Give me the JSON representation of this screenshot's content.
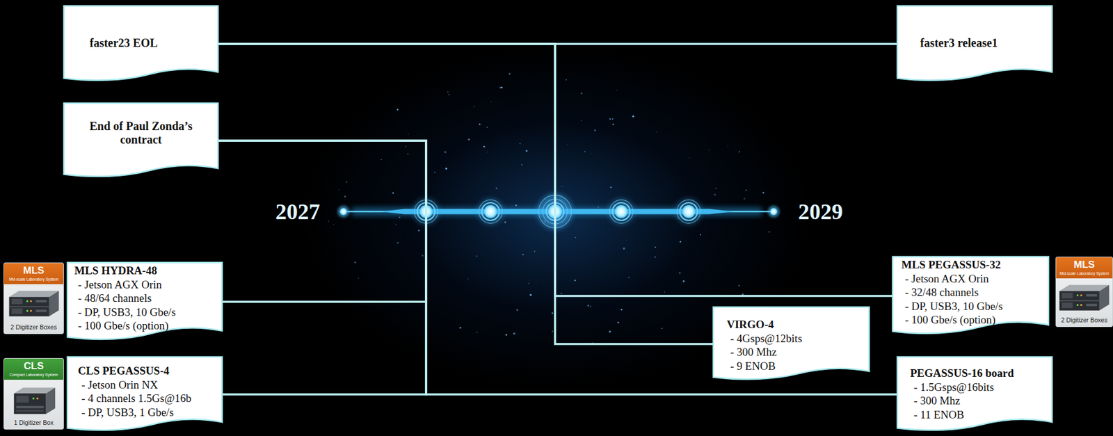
{
  "diagram": {
    "nodes": [
      {
        "text": [
          "faster23 EOL"
        ]
      },
      {
        "text": [
          "faster3 release1"
        ]
      },
      {
        "text": [
          "End of Paul Zonda’s contract"
        ]
      },
      {
        "text": [
          "MLS",
          "Mid-scale Laboratory System",
          "2 Digitizer Boxes"
        ]
      },
      {
        "text": [
          "MLS HYDRA-48",
          "- Jetson AGX Orin",
          "- 48/64 channels",
          "- DP, USB3, 10 Gbe/s",
          "- 100 Gbe/s (option)"
        ]
      },
      {
        "text": [
          "MLS PEGASSUS-32",
          "- Jetson AGX Orin",
          "- 32/48 channels",
          "- DP, USB3, 10 Gbe/s",
          "- 100 Gbe/s (option)"
        ]
      },
      {
        "text": [
          "MLS",
          "Mid-scale Laboratory System",
          "2 Digitizer Boxes"
        ]
      },
      {
        "text": [
          "VIRGO-4",
          "- 4Gsps@12bits",
          "- 300 Mhz",
          "- 9 ENOB"
        ]
      },
      {
        "text": [
          "CLS",
          "Compact Laboratory System",
          "1 Digitizer Box"
        ]
      },
      {
        "text": [
          "CLS PEGASSUS-4",
          "- Jetson Orin NX",
          "- 4 channels 1.5Gs@16b",
          "- DP, USB3, 1 Gbe/s"
        ]
      },
      {
        "text": [
          "PEGASSUS-16 board",
          "- 1.5Gsps@16bits",
          "- 300 Mhz",
          "- 11 ENOB"
        ]
      }
    ],
    "edges": [
      {
        "from": 0,
        "to": 1,
        "arrow": "none"
      },
      {
        "from": 0,
        "to": 5,
        "arrow": "none"
      },
      {
        "from": 0,
        "to": 7,
        "arrow": "none"
      },
      {
        "from": 2,
        "to": 4,
        "arrow": "none"
      },
      {
        "from": 2,
        "to": 9,
        "arrow": "none"
      },
      {
        "from": 2,
        "to": 10,
        "arrow": "none"
      }
    ],
    "labels": [
      "2027",
      "2029"
    ]
  }
}
